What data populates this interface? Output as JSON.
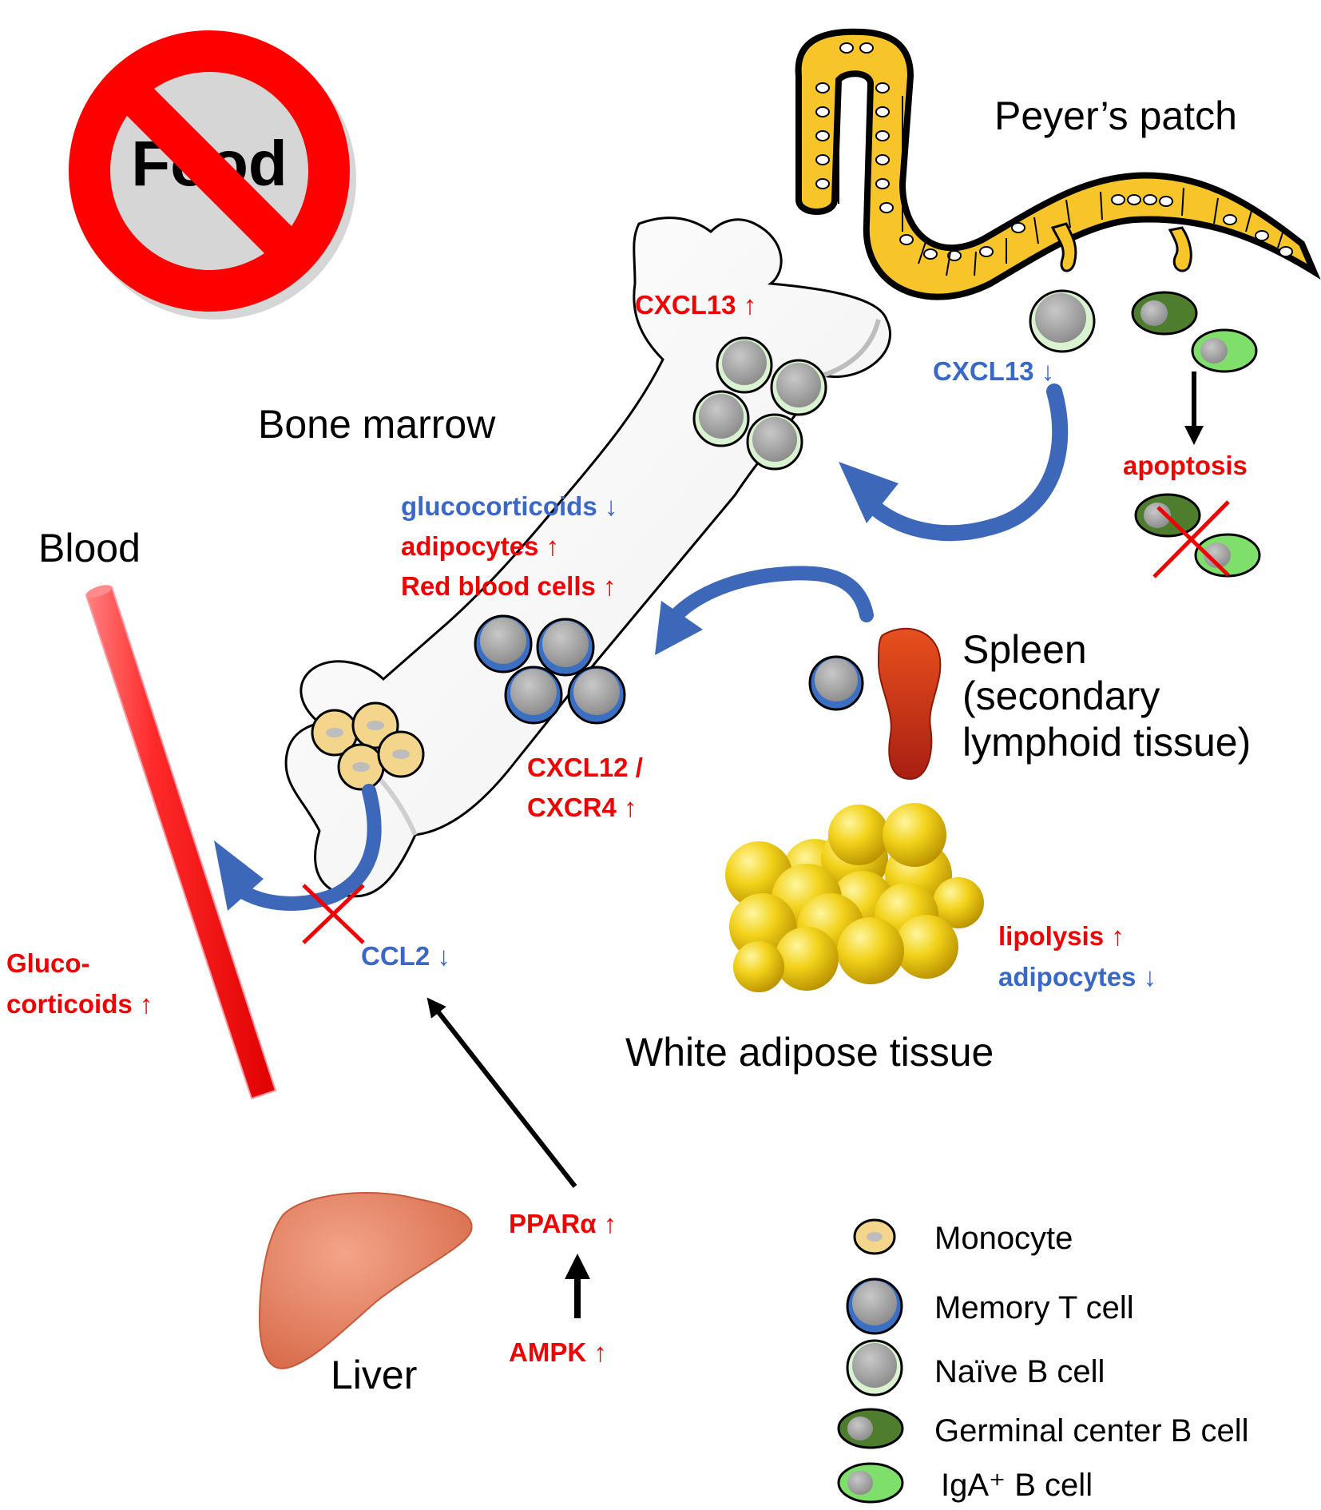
{
  "no_food_sign": {
    "text": "Food"
  },
  "organs": {
    "peyers_patch": "Peyer’s patch",
    "bone_marrow": "Bone marrow",
    "blood": "Blood",
    "spleen": [
      "Spleen",
      "(secondary",
      "lymphoid tissue)"
    ],
    "white_adipose": "White adipose tissue",
    "liver": "Liver"
  },
  "markers": {
    "cxcl13_bone": "CXCL13 ↑",
    "cxcl13_pp": "CXCL13 ↓",
    "apoptosis": "apoptosis",
    "glucocorticoids_bm": "glucocorticoids ↓",
    "adipocytes_bm": "adipocytes ↑",
    "rbc_bm": "Red blood cells ↑",
    "cxcl12": "CXCL12 /",
    "cxcr4": "CXCR4 ↑",
    "ccl2": "CCL2 ↓",
    "gluco_blood_1": "Gluco-",
    "gluco_blood_2": "corticoids ↑",
    "lipolysis": "lipolysis ↑",
    "adipocytes_wat": "adipocytes ↓",
    "ppara": "PPARα ↑",
    "ampk": "AMPK ↑"
  },
  "legend": [
    {
      "label": "Monocyte",
      "icon": "monocyte-icon"
    },
    {
      "label": "Memory T cell",
      "icon": "memory-t-cell-icon"
    },
    {
      "label": "Naïve B cell",
      "icon": "naive-b-cell-icon"
    },
    {
      "label": "Germinal center B cell",
      "icon": "germinal-center-b-cell-icon"
    },
    {
      "label": "IgA⁺ B cell",
      "icon": "iga-b-cell-icon"
    }
  ],
  "colors": {
    "up_red": "#f00000",
    "down_blue": "#3a68c6",
    "arrow_blue": "#3d67b8",
    "epithelium_yellow": "#f7c52a",
    "germinal_green": "#4f7d2e",
    "iga_green": "#7ee06a",
    "monocyte_fill": "#f3d58c",
    "liver": "#e27a5a",
    "spleen": "#c43a1c",
    "fat": "#f0cf10"
  }
}
